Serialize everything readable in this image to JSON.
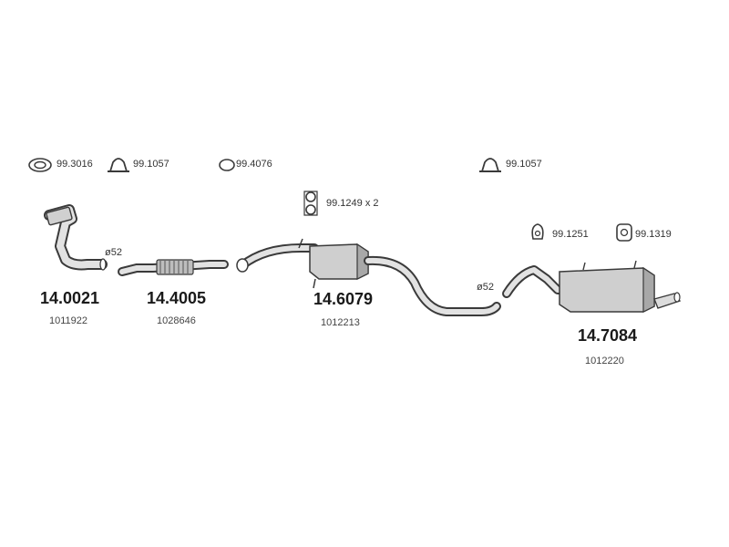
{
  "colors": {
    "line": "#3a3a3a",
    "part_fill": "#cfcfcf",
    "part_fill_dark": "#a8a8a8",
    "background": "#ffffff"
  },
  "accessories": [
    {
      "code": "99.3016",
      "icon": "gasket-ring-icon"
    },
    {
      "code": "99.1057",
      "icon": "pipe-clamp-icon"
    },
    {
      "code": "99.4076",
      "icon": "seal-ring-icon"
    },
    {
      "code": "99.1249 x 2",
      "icon": "rubber-hanger-icon"
    },
    {
      "code": "99.1057",
      "icon": "pipe-clamp-icon"
    },
    {
      "code": "99.1251",
      "icon": "rubber-mount-icon"
    },
    {
      "code": "99.1319",
      "icon": "rubber-mount-icon"
    }
  ],
  "diameters": [
    "ø52",
    "ø52"
  ],
  "parts": [
    {
      "number": "14.0021",
      "oem": "1011922",
      "name": "front-pipe"
    },
    {
      "number": "14.4005",
      "oem": "1028646",
      "name": "flex-pipe"
    },
    {
      "number": "14.6079",
      "oem": "1012213",
      "name": "middle-silencer"
    },
    {
      "number": "14.7084",
      "oem": "1012220",
      "name": "rear-silencer"
    }
  ]
}
